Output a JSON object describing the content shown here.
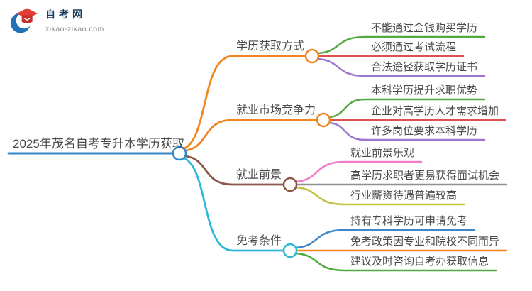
{
  "logo": {
    "title": "自考网",
    "domain": "zikao-zikao.com",
    "colors": {
      "crescent_blue": "#2272b8",
      "cap_red": "#e03e37",
      "cap_dark_red": "#c92f2a",
      "title_navy": "#1d3d5f"
    }
  },
  "root": {
    "label": "2025年茂名自考专升本学历获取",
    "color": "#3187c9"
  },
  "branches": [
    {
      "label": "学历获取方式",
      "color": "#f0861f",
      "children": [
        {
          "label": "不能通过金钱购买学历",
          "color": "#52a93f"
        },
        {
          "label": "必须通过考试流程",
          "color": "#e04f4f"
        },
        {
          "label": "合法途径获取学历证书",
          "color": "#9c77d1"
        }
      ]
    },
    {
      "label": "就业市场竞争力",
      "color": "#f0861f",
      "children": [
        {
          "label": "本科学历提升求职优势",
          "color": "#52a93f"
        },
        {
          "label": "企业对高学历人才需求增加",
          "color": "#e04f4f"
        },
        {
          "label": "许多岗位要求本科学历",
          "color": "#9c77d1"
        }
      ]
    },
    {
      "label": "就业前景",
      "color": "#8d564b",
      "children": [
        {
          "label": "就业前景乐观",
          "color": "#f07dc7"
        },
        {
          "label": "高学历求职者更易获得面试机会",
          "color": "#909090"
        },
        {
          "label": "行业薪资待遇普遍较高",
          "color": "#c2c23c"
        }
      ]
    },
    {
      "label": "免考条件",
      "color": "#30b8d9",
      "children": [
        {
          "label": "持有专科学历可申请免考",
          "color": "#3e87c9"
        },
        {
          "label": "免考政策因专业和院校不同而异",
          "color": "#f5861f"
        },
        {
          "label": "建议及时咨询自考办获取信息",
          "color": "#52a93f"
        }
      ]
    }
  ]
}
